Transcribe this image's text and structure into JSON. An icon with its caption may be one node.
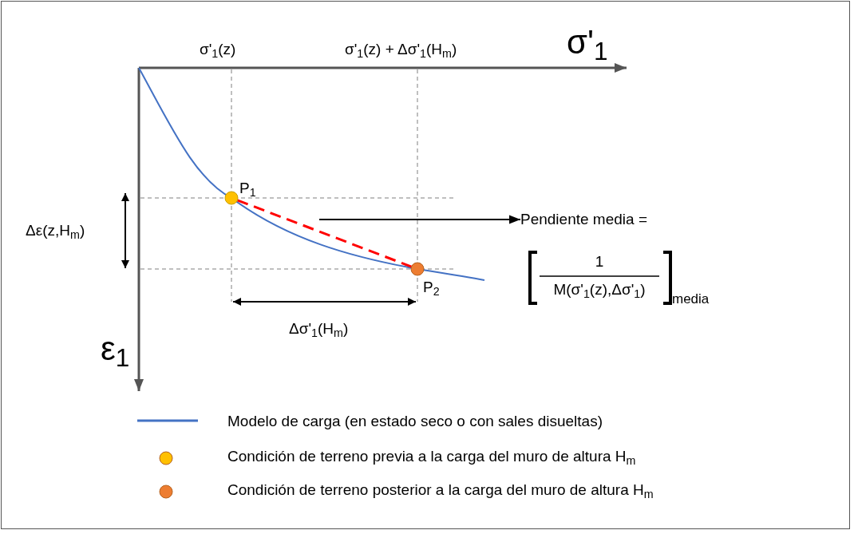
{
  "diagram": {
    "nodes": [
      {
        "text": [],
        "shape": "circle",
        "beside": [
          "P$_{1}$"
        ]
      },
      {
        "text": [],
        "shape": "circle",
        "beside": [
          "P$_{2}$"
        ]
      },
      {
        "text": [
          "Pendiente media ="
        ]
      }
    ],
    "edges": [
      {
        "from": 0,
        "to": 1,
        "arrow": "none",
        "style": "dashed",
        "color": "#ff0000"
      },
      {
        "from": null,
        "to": 2,
        "arrow": "to",
        "color": "#000000"
      }
    ],
    "labels": [
      "σ'$_{1}$(z)",
      "σ'$_{1}$(z) + Δσ'$_{1}$(H$_{m}$)",
      "σ'$_{1}$",
      "Δε(z,H$_{m}$)",
      "Δσ'$_{1}$(H$_{m}$)",
      "ε$_{1}$",
      "1",
      "M(σ'$_{1}$(z),Δσ'$_{1}$)",
      "media"
    ],
    "legend": [
      {
        "text": "Modelo de carga (en estado seco o con sales disueltas)"
      },
      {
        "text": "Condición de terreno previa a la carga del muro de altura H$_{m}$",
        "color": "#ffc000"
      },
      {
        "text": "Condición de terreno posterior a la carga del muro de altura H$_{m}$",
        "color": "#ed7d31"
      }
    ]
  }
}
